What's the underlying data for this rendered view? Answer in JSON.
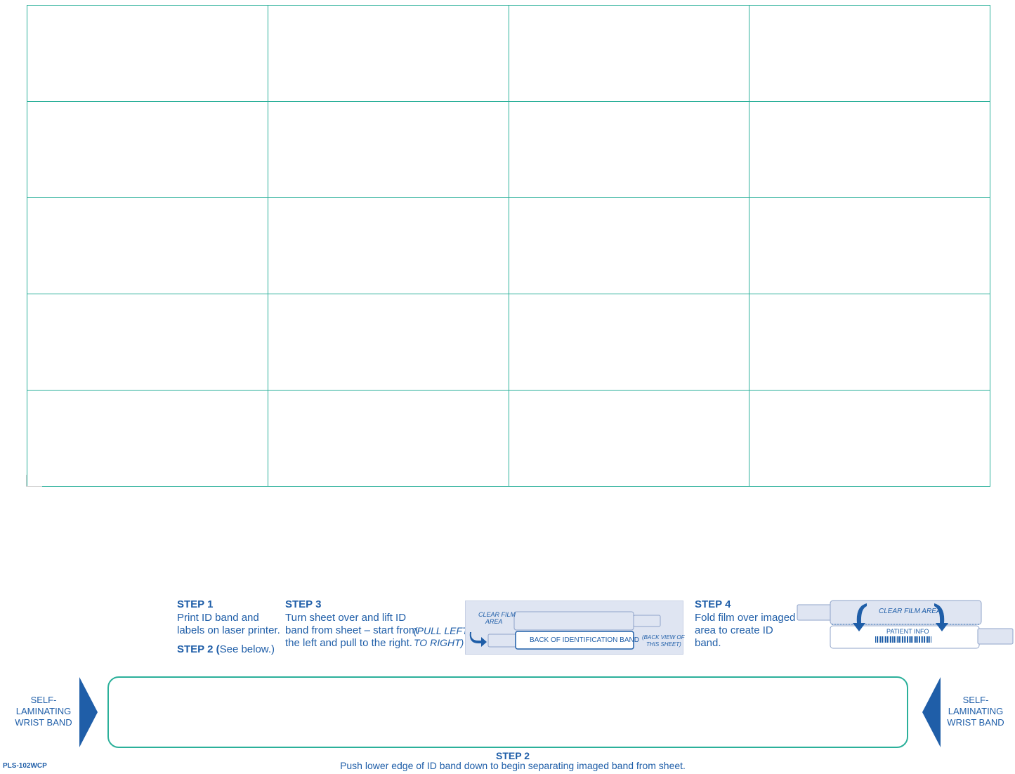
{
  "grid": {
    "rows": 5,
    "columns": 4
  },
  "step1": {
    "title": "STEP 1",
    "line1": "Print ID band and",
    "line2": "labels on laser printer.",
    "step2_ref_title": "STEP 2 (",
    "step2_ref_rest": "See below.)"
  },
  "step3": {
    "title": "STEP 3",
    "line1": "Turn sheet over and lift ID",
    "line2": "band from sheet – start from",
    "line3": "the left and pull to the right.",
    "pull_line1": "(PULL LEFT",
    "pull_line2": "TO RIGHT)"
  },
  "illustration_back": {
    "clear_film_line1": "CLEAR FILM",
    "clear_film_line2": "AREA",
    "band_label": "BACK OF IDENTIFICATION BAND",
    "back_view_line1": "(BACK VIEW OF",
    "back_view_line2": "THIS SHEET)"
  },
  "step4": {
    "title": "STEP 4",
    "line1": "Fold film over imaged",
    "line2": "area to create ID",
    "line3": "band."
  },
  "illustration_fold": {
    "clear_film": "CLEAR FILM AREA",
    "patient_info": "PATIENT INFO"
  },
  "wristband": {
    "left_label_1": "SELF-",
    "left_label_2": "LAMINATING",
    "left_label_3": "WRIST BAND",
    "right_label_1": "SELF-",
    "right_label_2": "LAMINATING",
    "right_label_3": "WRIST BAND"
  },
  "step2_bottom": {
    "title": "STEP 2",
    "text": "Push lower edge of ID band down to begin separating imaged band from sheet."
  },
  "footer": {
    "code": "PLS-102WCP"
  },
  "colors": {
    "grid_line": "#2bb09a",
    "text": "#1f5ea8",
    "illustration_bg": "#dfe5f2"
  }
}
